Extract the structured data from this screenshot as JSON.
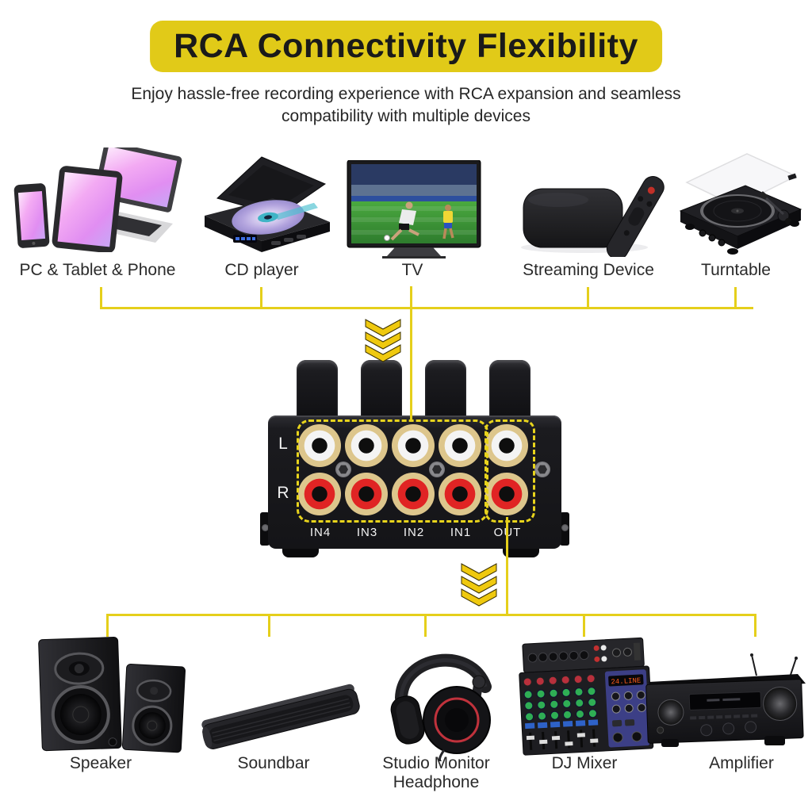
{
  "header": {
    "title": "RCA Connectivity Flexibility",
    "subtitle_lines": [
      "Enjoy hassle-free recording experience with RCA expansion and seamless",
      "compatibility with multiple devices"
    ]
  },
  "colors": {
    "banner_yellow": "#e1ca18",
    "connector_yellow": "#e5cf1b",
    "chevron_gold": "#efc90f",
    "rca_white": "#f2f2f2",
    "rca_red": "#e02424",
    "device_black": "#17171a"
  },
  "top_devices": [
    {
      "label": "PC & Tablet & Phone",
      "icon": "pc-tablet-phone-icon"
    },
    {
      "label": "CD player",
      "icon": "cd-player-icon"
    },
    {
      "label": "TV",
      "icon": "tv-icon"
    },
    {
      "label": "Streaming Device",
      "icon": "streaming-device-icon"
    },
    {
      "label": "Turntable",
      "icon": "turntable-icon"
    }
  ],
  "switcher": {
    "channel_labels": {
      "left": "L",
      "right": "R"
    },
    "ports": [
      "IN4",
      "IN3",
      "IN2",
      "IN1",
      "OUT"
    ]
  },
  "bottom_devices": [
    {
      "label": "Speaker",
      "icon": "speaker-icon"
    },
    {
      "label": "Soundbar",
      "icon": "soundbar-icon"
    },
    {
      "label": "Studio Monitor Headphone",
      "icon": "headphone-icon"
    },
    {
      "label": "DJ Mixer",
      "icon": "dj-mixer-icon",
      "display": "24.LINE"
    },
    {
      "label": "Amplifier",
      "icon": "amplifier-icon"
    }
  ]
}
